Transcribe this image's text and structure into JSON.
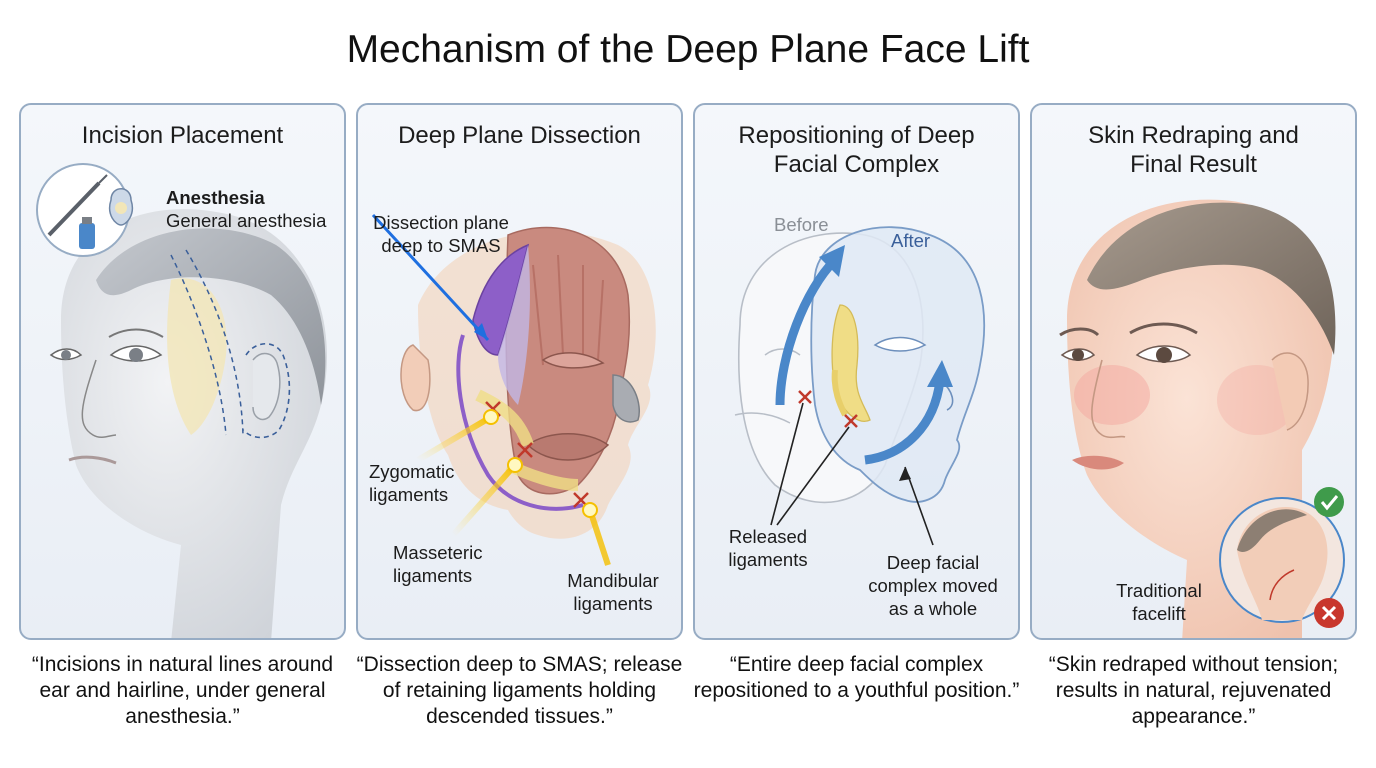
{
  "title": "Mechanism of the Deep Plane Face Lift",
  "panels": [
    {
      "title": "Incision Placement",
      "labels": {
        "anesthesia_heading": "Anesthesia",
        "anesthesia_type": "General anesthesia"
      },
      "caption": "“Incisions in natural lines around ear and hairline, under general anesthesia.”"
    },
    {
      "title": "Deep Plane Dissection",
      "labels": {
        "dissection_line1": "Dissection plane",
        "dissection_line2": "deep to SMAS",
        "zygomatic_line1": "Zygomatic",
        "zygomatic_line2": "ligaments",
        "masseteric_line1": "Masseteric",
        "masseteric_line2": "ligaments",
        "mandibular_line1": "Mandibular",
        "mandibular_line2": "ligaments"
      },
      "caption": "“Dissection deep to SMAS; release of retaining ligaments holding descended tissues.”"
    },
    {
      "title_line1": "Repositioning of Deep",
      "title_line2": "Facial Complex",
      "labels": {
        "before": "Before",
        "after": "After",
        "released_line1": "Released",
        "released_line2": "ligaments",
        "complex_line1": "Deep facial",
        "complex_line2": "complex moved",
        "complex_line3": "as a whole"
      },
      "caption": "“Entire deep facial complex repositioned to a youthful position.”"
    },
    {
      "title_line1": "Skin Redraping and",
      "title_line2": "Final Result",
      "labels": {
        "traditional_line1": "Traditional",
        "traditional_line2": "facelift"
      },
      "caption": "“Skin redraped without tension; results in natural, rejuvenated appearance.”"
    }
  ],
  "colors": {
    "panel_border": "#97acc4",
    "panel_bg": "#eef2f7",
    "muscle": "#c98a7f",
    "smas_purple": "#8d5fc8",
    "fat_yellow": "#f0dd86",
    "arrow_blue": "#4a87c9",
    "ligament_mark": "#c0392b",
    "check_green": "#3f9b4b",
    "cross_red": "#c8372d"
  }
}
